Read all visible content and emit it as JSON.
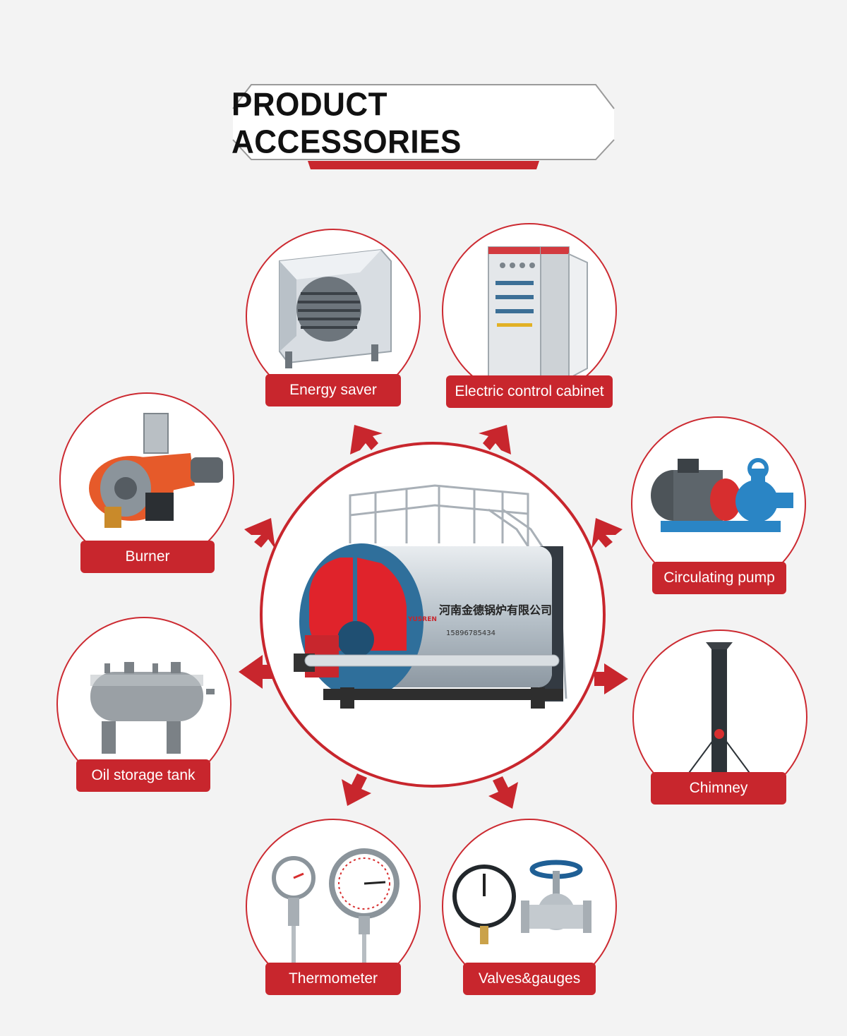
{
  "title": "PRODUCT ACCESSORIES",
  "colors": {
    "accent": "#c8262d",
    "background": "#f3f3f3",
    "boiler_blue": "#2f6f9b"
  },
  "accessories": [
    {
      "id": "energy-saver",
      "label": "Energy saver",
      "icon": "heat-exchanger"
    },
    {
      "id": "electric-control-cabinet",
      "label": "Electric control cabinet",
      "icon": "electric-cabinet"
    },
    {
      "id": "burner",
      "label": "Burner",
      "icon": "burner"
    },
    {
      "id": "circulating-pump",
      "label": "Circulating pump",
      "icon": "pump"
    },
    {
      "id": "oil-storage-tank",
      "label": "Oil storage tank",
      "icon": "tank"
    },
    {
      "id": "chimney",
      "label": "Chimney",
      "icon": "chimney"
    },
    {
      "id": "thermometer",
      "label": "Thermometer",
      "icon": "thermometer"
    },
    {
      "id": "valves-gauges",
      "label": "Valves&gauges",
      "icon": "valve-gauge"
    }
  ],
  "center": {
    "icon": "steam-boiler",
    "boiler_text": "河南金德锅炉有限公司",
    "boiler_phone": "15896785434",
    "brand": "YUSREN"
  }
}
